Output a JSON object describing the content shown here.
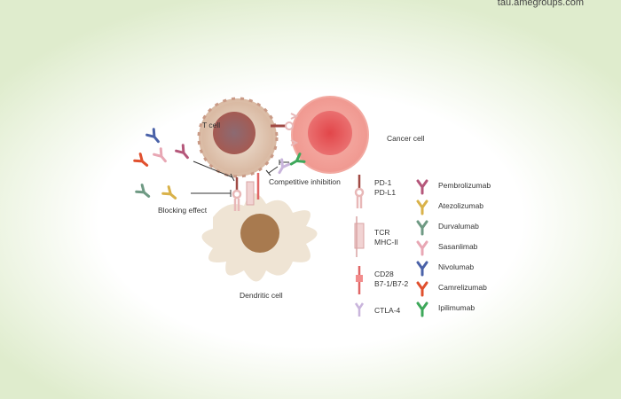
{
  "watermark": "tau.amegroups.com",
  "labels": {
    "t_cell": "T cell",
    "cancer_cell": "Cancer cell",
    "dendritic_cell": "Dendritic cell",
    "competitive_inhibition": "Competitive inhibition",
    "blocking_effect": "Blocking effect"
  },
  "receptor_legend": [
    {
      "line1": "PD-1",
      "line2": "PD-L1"
    },
    {
      "line1": "TCR",
      "line2": "MHC-II"
    },
    {
      "line1": "CD28",
      "line2": "B7-1/B7-2"
    },
    {
      "line1": "CTLA-4",
      "line2": ""
    }
  ],
  "antibody_legend": [
    {
      "name": "Pembrolizumab",
      "color": "#b5577a"
    },
    {
      "name": "Atezolizumab",
      "color": "#d9b24a"
    },
    {
      "name": "Durvalumab",
      "color": "#6f9a84"
    },
    {
      "name": "Sasanlimab",
      "color": "#e8a7b4"
    },
    {
      "name": "Nivolumab",
      "color": "#4a62a8"
    },
    {
      "name": "Camrelizumab",
      "color": "#e0502e"
    },
    {
      "name": "Ipilimumab",
      "color": "#3ea85a"
    }
  ]
}
